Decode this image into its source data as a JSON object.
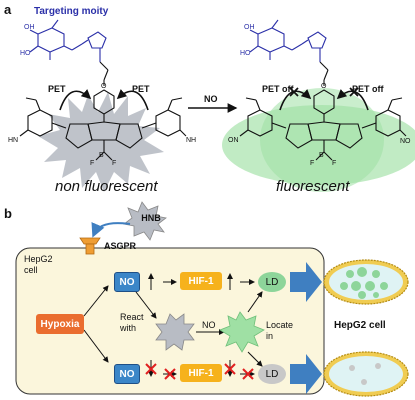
{
  "panel_a": {
    "letter": "a",
    "targeting_moity": "Targeting moity",
    "left_caption": "non fluorescent",
    "right_caption": "fluorescent",
    "pet_left": "PET",
    "pet_right": "PET",
    "pet_off_left": "PET off",
    "pet_off_right": "PET off",
    "arrow_label": "NO",
    "atoms": {
      "oh": "OH",
      "ho": "HO",
      "o": "O",
      "n": "N",
      "f": "F",
      "b": "B",
      "hn": "HN",
      "nh": "NH",
      "on": "ON",
      "no": "NO",
      "minus": "−",
      "plus": "+"
    }
  },
  "panel_b": {
    "letter": "b",
    "hnb": "HNB",
    "asgpr": "ASGPR",
    "cell_label": "HepG2 cell",
    "hepg2_cell_right": "HepG2 cell",
    "hypoxia": "Hypoxia",
    "no_top": "NO",
    "no_bottom": "NO",
    "hif_top": "HIF-1",
    "hif_bottom": "HIF-1",
    "ld_top": "LD",
    "ld_bottom": "LD",
    "react_with": "React with",
    "no_mid": "NO",
    "locate_in": "Locate in"
  },
  "colors": {
    "cell_bg": "#fbf6dc",
    "no_blue": "#3b86c8",
    "hif_orange": "#f6b21c",
    "hypoxia_orange": "#ea6d2f",
    "ld_green": "#8dd59a",
    "ld_gray": "#c8c8c8",
    "glow_green": "#9fe0a4",
    "star_gray": "#b8bcc4",
    "arrow_blue": "#3f7fc1",
    "receptor_orange": "#ef9d33",
    "cross_red": "#e02020",
    "targeting_blue": "#2a2fa8"
  }
}
